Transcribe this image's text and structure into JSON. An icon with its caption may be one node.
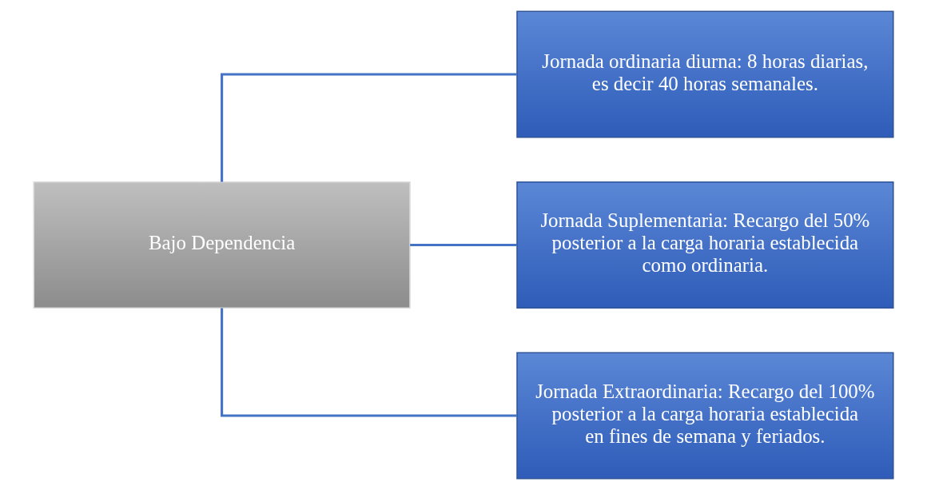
{
  "diagram": {
    "nodes": [
      {
        "text": [
          "Bajo Dependencia"
        ]
      },
      {
        "text": [
          "Jornada ordinaria diurna: 8 horas diarias, es decir 40 horas semanales."
        ]
      },
      {
        "text": [
          "Jornada Suplementaria: Recargo del 50% posterior a la carga horaria establecida como ordinaria."
        ]
      },
      {
        "text": [
          "Jornada Extraordinaria: Recargo del 100% posterior a la carga horaria establecida en fines de semana y feriados."
        ]
      }
    ],
    "edges": [
      {
        "from": 0,
        "to": 1,
        "arrow": "none"
      },
      {
        "from": 0,
        "to": 2,
        "arrow": "none"
      },
      {
        "from": 0,
        "to": 3,
        "arrow": "none"
      }
    ]
  }
}
